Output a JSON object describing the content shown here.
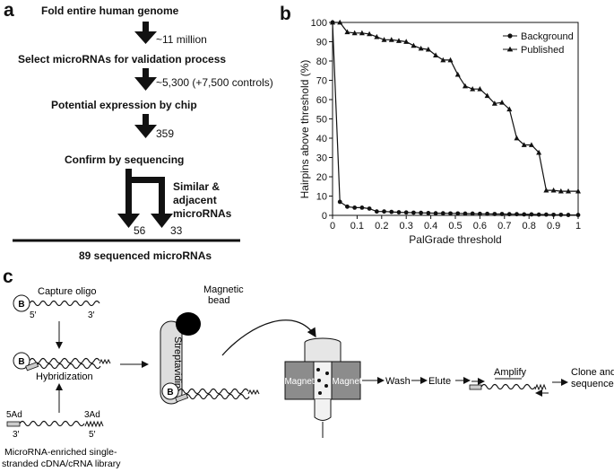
{
  "panel_a": {
    "letter": "a",
    "steps": [
      "Fold  entire human genome",
      "Select microRNAs for validation process",
      "Potential expression by chip",
      "Confirm by sequencing"
    ],
    "counts": [
      "~11 million",
      "~5,300 (+7,500 controls)",
      "359"
    ],
    "branch_label": [
      "Similar &",
      "adjacent",
      "microRNAs"
    ],
    "branch_counts": [
      "56",
      "33"
    ],
    "result": "89 sequenced microRNAs"
  },
  "panel_b": {
    "letter": "b"
  },
  "chart_data": {
    "type": "line",
    "xlabel": "PalGrade threshold",
    "ylabel": "Hairpins above threshold (%)",
    "xlim": [
      0,
      1
    ],
    "ylim": [
      0,
      100
    ],
    "xticks": [
      "0",
      "0.1",
      "0.2",
      "0.3",
      "0.4",
      "0.5",
      "0.6",
      "0.7",
      "0.8",
      "0.9",
      "1"
    ],
    "yticks": [
      "0",
      "10",
      "20",
      "30",
      "40",
      "50",
      "60",
      "70",
      "80",
      "90",
      "100"
    ],
    "legend_position": "top-right",
    "series": [
      {
        "name": "Background",
        "marker": "circle",
        "x": [
          0,
          0.03,
          0.06,
          0.09,
          0.12,
          0.15,
          0.18,
          0.21,
          0.24,
          0.27,
          0.3,
          0.33,
          0.36,
          0.39,
          0.42,
          0.45,
          0.48,
          0.51,
          0.54,
          0.57,
          0.6,
          0.63,
          0.66,
          0.69,
          0.72,
          0.75,
          0.78,
          0.81,
          0.84,
          0.87,
          0.9,
          0.93,
          0.96,
          1.0
        ],
        "values": [
          100,
          7,
          4.5,
          4,
          4,
          3.5,
          2,
          2,
          1.8,
          1.6,
          1.5,
          1.4,
          1.3,
          1.2,
          1.1,
          1.1,
          1,
          1,
          0.9,
          0.9,
          0.8,
          0.8,
          0.7,
          0.7,
          0.6,
          0.6,
          0.5,
          0.5,
          0.4,
          0.4,
          0.3,
          0.3,
          0.2,
          0.2
        ]
      },
      {
        "name": "Published",
        "marker": "triangle",
        "x": [
          0,
          0.03,
          0.06,
          0.09,
          0.12,
          0.15,
          0.18,
          0.21,
          0.24,
          0.27,
          0.3,
          0.33,
          0.36,
          0.39,
          0.42,
          0.45,
          0.48,
          0.51,
          0.54,
          0.57,
          0.6,
          0.63,
          0.66,
          0.69,
          0.72,
          0.75,
          0.78,
          0.81,
          0.84,
          0.87,
          0.9,
          0.93,
          0.96,
          1.0
        ],
        "values": [
          100,
          100,
          95,
          94.5,
          94.5,
          94,
          92.5,
          91,
          91,
          90.5,
          90,
          88,
          86.5,
          86,
          83,
          80.5,
          80.5,
          73,
          67,
          65.5,
          65.5,
          62,
          58,
          58.5,
          55,
          40,
          36.5,
          36.5,
          32.5,
          13,
          13,
          12.5,
          12.5,
          12.5
        ]
      }
    ]
  },
  "panel_c": {
    "letter": "c",
    "capture_oligo": "Capture oligo",
    "b_label": "B",
    "five_prime": "5′",
    "three_prime": "3′",
    "hybridization": "Hybridization",
    "ad5": "5Ad",
    "ad3": "3Ad",
    "library": [
      "MicroRNA-enriched single-",
      "stranded cDNA/cRNA library"
    ],
    "magnetic_bead": [
      "Magnetic",
      "bead"
    ],
    "streptavidin": "Streptavidin",
    "magnet": "Magnet",
    "wash": "Wash",
    "elute": "Elute",
    "amplify": "Amplify",
    "clone": [
      "Clone and",
      "sequence"
    ]
  }
}
